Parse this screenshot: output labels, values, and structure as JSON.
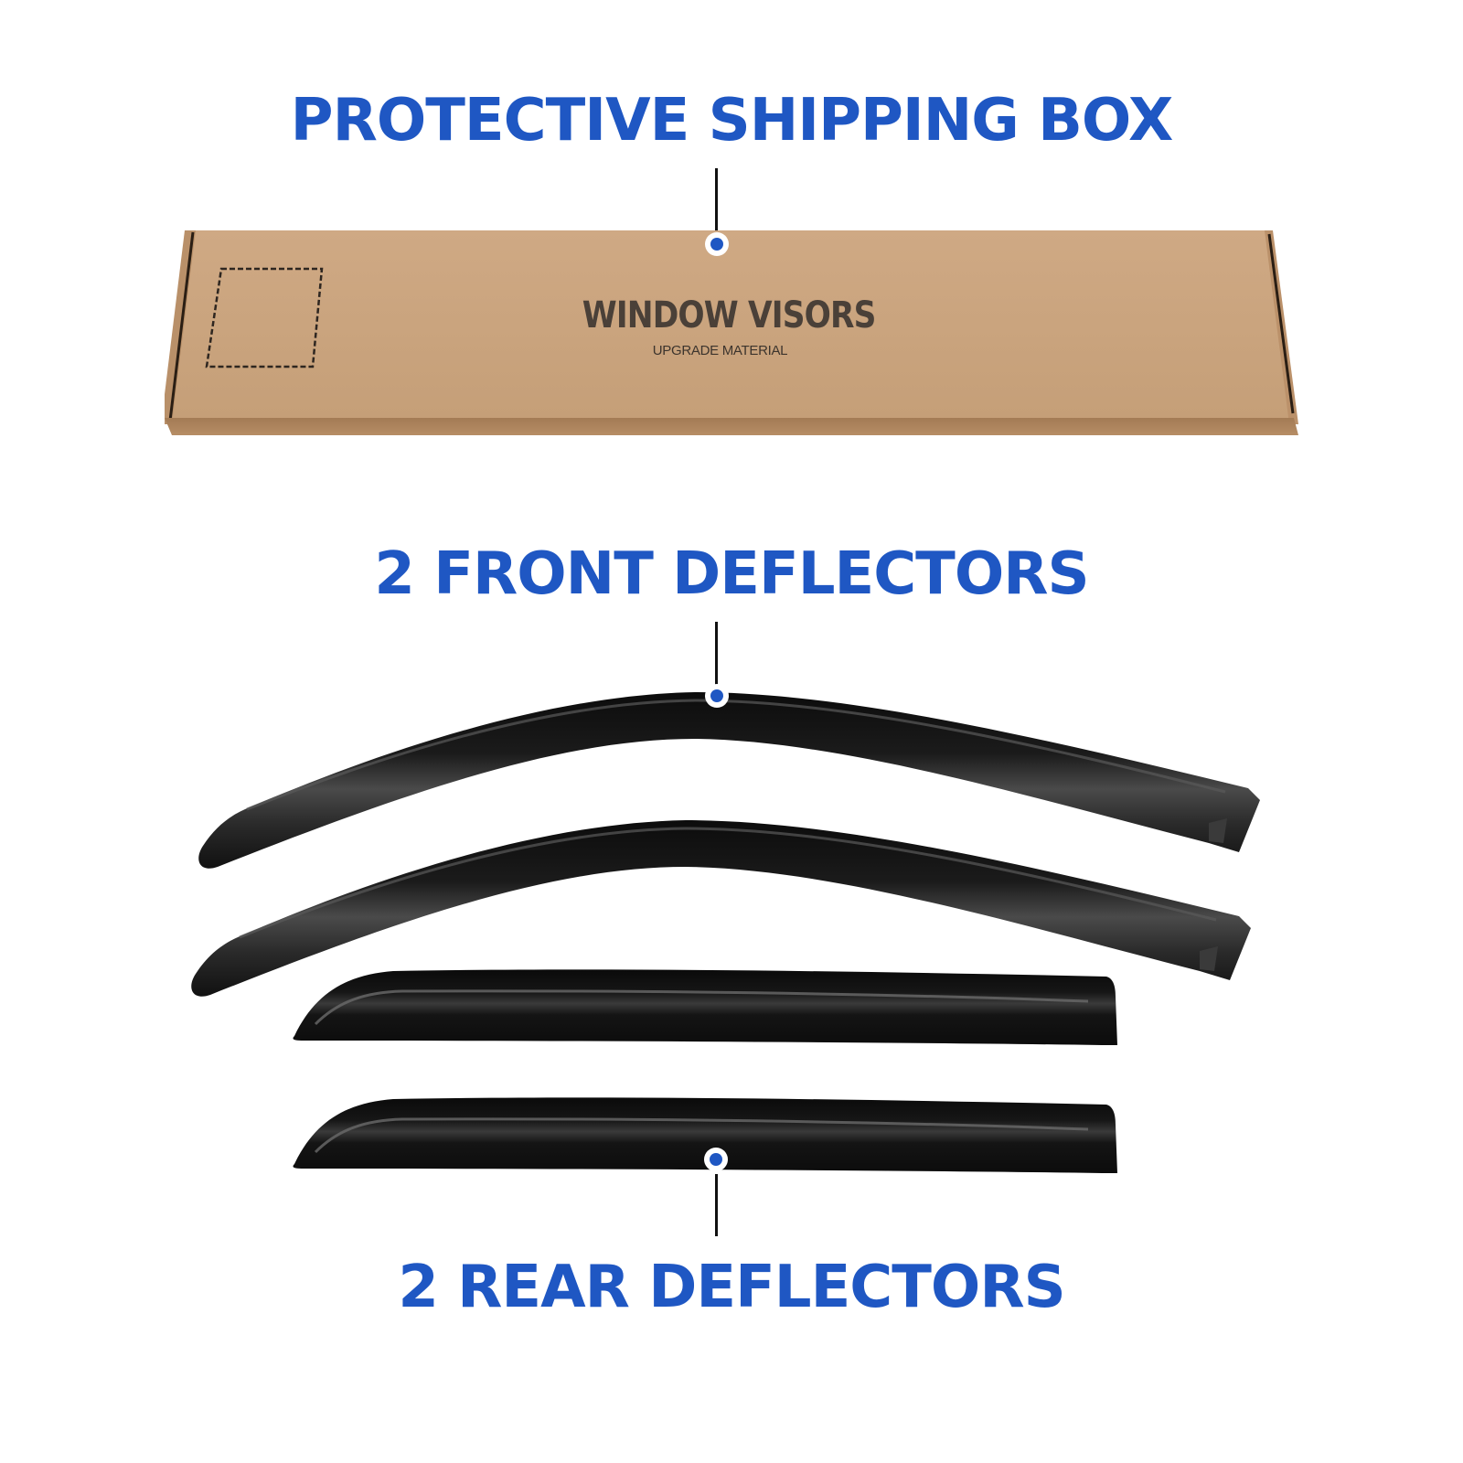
{
  "headings": {
    "box": "PROTECTIVE SHIPPING BOX",
    "front": "2 FRONT DEFLECTORS",
    "rear": "2 REAR DEFLECTORS"
  },
  "box": {
    "print_title": "WINDOW VISORS",
    "print_subtitle": "UPGRADE MATERIAL",
    "label_area": "dashed-label-placeholder"
  },
  "items": [
    {
      "name": "protective-shipping-box",
      "quantity": 1
    },
    {
      "name": "front-deflector",
      "quantity": 2
    },
    {
      "name": "rear-deflector",
      "quantity": 2
    }
  ],
  "colors": {
    "accent_blue": "#1f57c3",
    "connector": "#111111",
    "cardboard": "#c9a47e",
    "cardboard_edge": "#a9835c",
    "deflector": "#151515",
    "background": "#ffffff"
  }
}
